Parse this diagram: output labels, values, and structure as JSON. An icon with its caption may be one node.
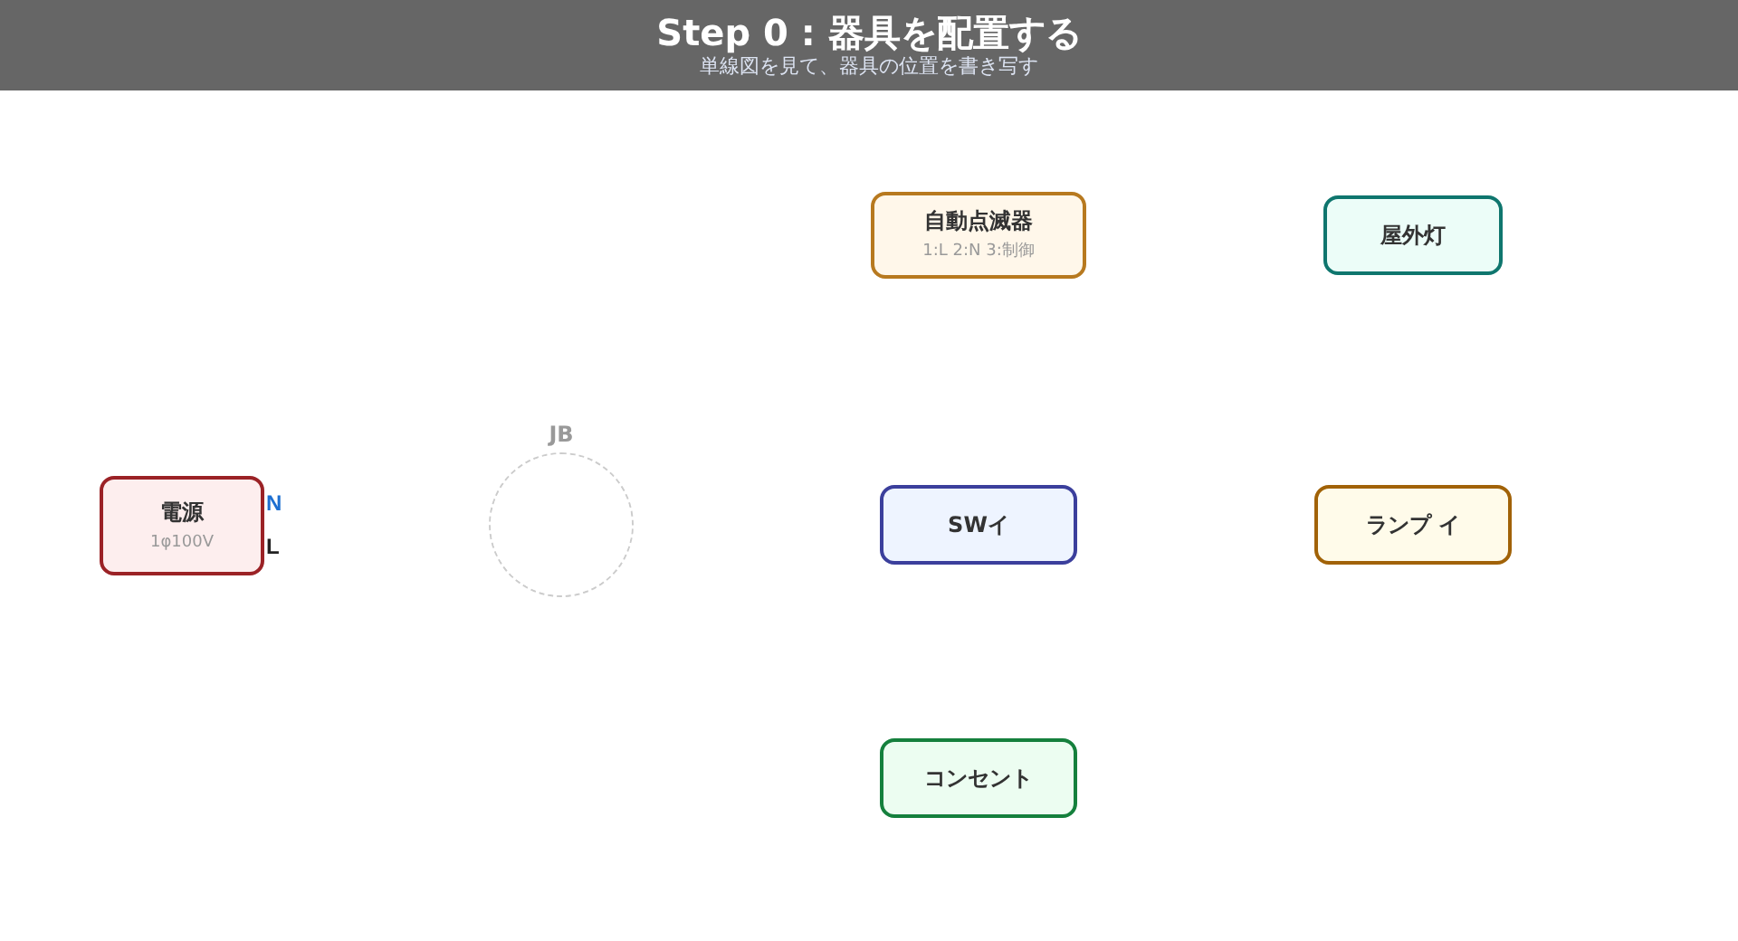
{
  "diagram": {
    "title": "Step 0 : 器具を配置する",
    "caption": "単線図を見て、器具の位置を書き写す",
    "nodes": [
      {
        "text": [
          "電源",
          "1φ100V"
        ],
        "beside": [
          "N",
          "L"
        ]
      },
      {
        "text": [
          "JB"
        ]
      },
      {
        "text": [
          "自動点滅器",
          "1:L 2:N 3:制御"
        ]
      },
      {
        "text": [
          "屋外灯"
        ]
      },
      {
        "text": [
          "SWイ"
        ]
      },
      {
        "text": [
          "ランプ イ"
        ]
      },
      {
        "text": [
          "コンセント"
        ]
      }
    ],
    "edges": []
  }
}
